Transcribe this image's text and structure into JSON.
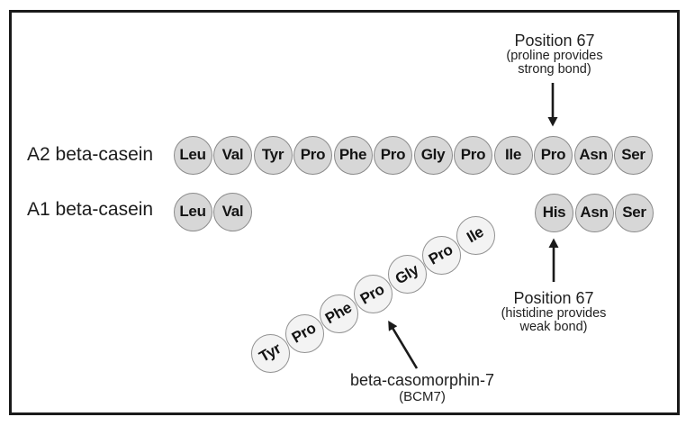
{
  "diagram": {
    "rows": [
      {
        "name": "A2 beta-casein",
        "residues": [
          "Leu",
          "Val",
          "Tyr",
          "Pro",
          "Phe",
          "Pro",
          "Gly",
          "Pro",
          "Ile",
          "Pro",
          "Asn",
          "Ser"
        ]
      },
      {
        "name": "A1 beta-casein",
        "left_residues": [
          "Leu",
          "Val"
        ],
        "right_residues": [
          "His",
          "Asn",
          "Ser"
        ]
      }
    ],
    "bcm7_chain": [
      "Tyr",
      "Pro",
      "Phe",
      "Pro",
      "Gly",
      "Pro",
      "Ile"
    ],
    "annotations": {
      "position67_top": {
        "title": "Position 67",
        "line1": "(proline provides",
        "line2": "strong bond)"
      },
      "position67_bottom": {
        "title": "Position 67",
        "line1": "(histidine provides",
        "line2": "weak bond)"
      },
      "bcm7": {
        "title": "beta-casomorphin-7",
        "subtitle": "(BCM7)"
      }
    }
  },
  "colors": {
    "residue_fill": "#d7d7d7",
    "residue_border": "#8a8a8a",
    "chain_fill": "#f3f3f3",
    "chain_border": "#929292",
    "ink": "#1b1b1b",
    "frame_border": "#1a1a1a",
    "arrow": "#1a1a1a"
  }
}
